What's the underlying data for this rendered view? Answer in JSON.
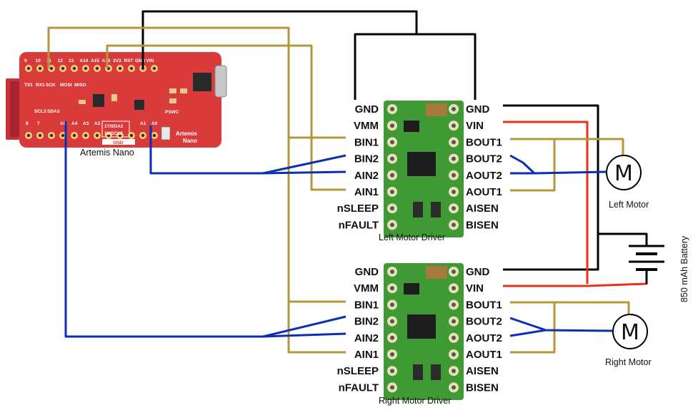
{
  "board": {
    "name": "Artemis Nano",
    "top_labels": [
      "9",
      "10",
      "11",
      "12",
      "13",
      "A14",
      "A15",
      "A16",
      "3V3",
      "RST",
      "GND",
      "VIN"
    ],
    "top_labels_2": [
      "TX1",
      "RX1",
      "SCK",
      "MOSI",
      "MISO"
    ],
    "bottom_labels": [
      "8",
      "7",
      "A5",
      "A4",
      "A3",
      "A2",
      "A1",
      "A0"
    ],
    "side_labels": [
      "SCL3",
      "SDA3"
    ],
    "sda_label": "17/SDA2",
    "scl_label": "18/SCL2",
    "gnd_label": "GND",
    "pswc_label": "PSWC",
    "logo_text": "Artemis",
    "logo_text_2": "Nano"
  },
  "left_driver": {
    "caption": "Left Motor Driver",
    "left_pins": [
      "GND",
      "VMM",
      "BIN1",
      "BIN2",
      "AIN2",
      "AIN1",
      "nSLEEP",
      "nFAULT"
    ],
    "right_pins": [
      "GND",
      "VIN",
      "BOUT1",
      "BOUT2",
      "AOUT2",
      "AOUT1",
      "AISEN",
      "BISEN"
    ]
  },
  "right_driver": {
    "caption": "Right Motor Driver",
    "left_pins": [
      "GND",
      "VMM",
      "BIN1",
      "BIN2",
      "AIN2",
      "AIN1",
      "nSLEEP",
      "nFAULT"
    ],
    "right_pins": [
      "GND",
      "VIN",
      "BOUT1",
      "BOUT2",
      "AOUT2",
      "AOUT1",
      "AISEN",
      "BISEN"
    ]
  },
  "left_motor": {
    "symbol": "M",
    "label": "Left Motor"
  },
  "right_motor": {
    "symbol": "M",
    "label": "Right Motor"
  },
  "battery": {
    "label": "850 mAh Battery"
  },
  "colors": {
    "wire_black": "#000000",
    "wire_red": "#e8301c",
    "wire_gold": "#b3973a",
    "wire_blue": "#0b2fb0",
    "board_red": "#d93a3a",
    "driver_green": "#3f9a36"
  }
}
